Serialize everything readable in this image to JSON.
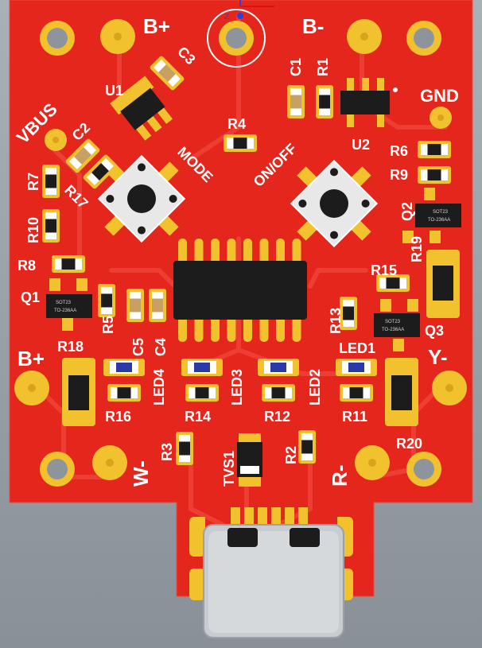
{
  "board": {
    "colors": {
      "board": "#e4261c",
      "board_dark": "#c81c14",
      "pad": "#f2c12e",
      "pad_edge": "#d9a41c",
      "hole": "#8e949c",
      "silk": "#ffffff",
      "ic": "#1c1c1c",
      "led_lens": "#2b3aa8"
    },
    "labels": {
      "b_plus_top": "B+",
      "b_minus_top": "B-",
      "gnd": "GND",
      "vbus": "VBUS",
      "mode": "MODE",
      "onoff": "ON/OFF",
      "b_plus_left": "B+",
      "y_minus": "Y-",
      "w_minus": "W-",
      "r_minus": "R-",
      "u1": "U1",
      "u2": "U2",
      "c1": "C1",
      "c2": "C2",
      "c3": "C3",
      "c4": "C4",
      "c5": "C5",
      "r1": "R1",
      "r2": "R2",
      "r3": "R3",
      "r4": "R4",
      "r5": "R5",
      "r6": "R6",
      "r7": "R7",
      "r8": "R8",
      "r9": "R9",
      "r10": "R10",
      "r11": "R11",
      "r12": "R12",
      "r13": "R13",
      "r14": "R14",
      "r15": "R15",
      "r16": "R16",
      "r17": "R17",
      "r18": "R18",
      "r19": "R19",
      "r20": "R20",
      "q1": "Q1",
      "q2": "Q2",
      "q3": "Q3",
      "led1": "LED1",
      "led2": "LED2",
      "led3": "LED3",
      "led4": "LED4",
      "tvs1": "TVS1",
      "sot_q1": "SOT23",
      "pkg_q1": "TO-236AA",
      "sot_q2": "SOT23",
      "pkg_q2": "TO-236AA",
      "sot_q3": "SOT23",
      "pkg_q3": "TO-236AA"
    }
  }
}
